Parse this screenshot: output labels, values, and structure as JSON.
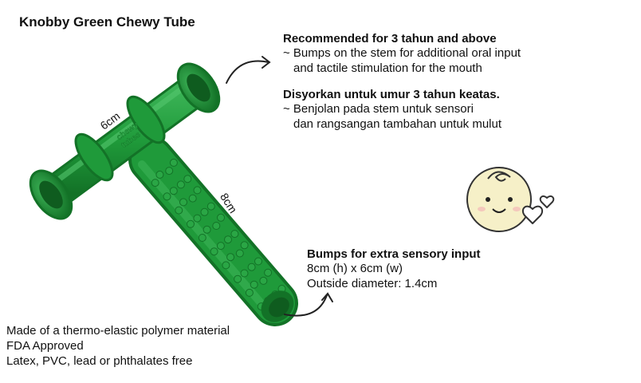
{
  "title": "Knobby Green Chewy Tube",
  "product": {
    "label_line1": "chewy",
    "label_line2": "tubes",
    "colors": {
      "main": "#1f9a3a",
      "dark": "#137227",
      "light": "#46c062"
    }
  },
  "dims": {
    "width": "6cm",
    "length": "8cm"
  },
  "recommended": {
    "heading": "Recommended for 3 tahun and above",
    "line1": "~ Bumps on the stem for additional oral input",
    "line2": "and tactile stimulation for the mouth"
  },
  "disyorkan": {
    "heading": "Disyorkan untuk umur 3 tahun keatas.",
    "line1": "~ Benjolan pada stem untuk sensori",
    "line2": "dan rangsangan tambahan untuk mulut"
  },
  "bumps": {
    "heading": "Bumps for extra sensory input",
    "line1": "8cm (h) x 6cm (w)",
    "line2": "Outside diameter: 1.4cm"
  },
  "bottom": {
    "line1": "Made of a thermo-elastic polymer material",
    "line2": "FDA Approved",
    "line3": "Latex, PVC, lead or phthalates free"
  },
  "icons": {
    "baby": "baby-face-icon",
    "hearts": "heart-icon"
  }
}
